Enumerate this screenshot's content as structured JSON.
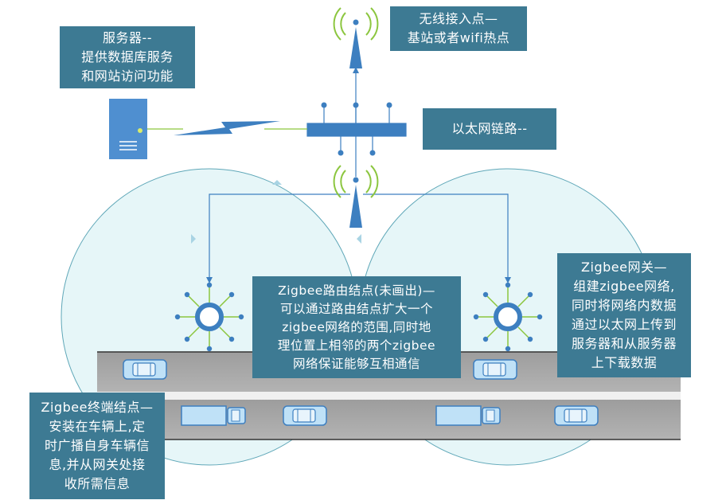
{
  "labels": {
    "wireless_ap": [
      "无线接入点—",
      "基站或者wifi热点"
    ],
    "server": [
      "服务器--",
      "提供数据库服务",
      "和网站访问功能"
    ],
    "ethernet": [
      "以太网链路--"
    ],
    "router": [
      "Zigbee路由结点(未画出)—",
      "可以通过路由结点扩大一个",
      "zigbee网络的范围,同时地",
      "理位置上相邻的两个zigbee",
      "网络保证能够互相通信"
    ],
    "gateway": [
      "Zigbee网关—",
      "组建zigbee网络,",
      "同时将网络内数据",
      "通过以太网上传到",
      "服务器和从服务器",
      "上下载数据"
    ],
    "end_node": [
      "Zigbee终端结点—",
      "安装在车辆上,定",
      "时广播自身车辆信",
      "息,并从网关处接",
      "收所需信息"
    ]
  },
  "colors": {
    "label_bg": "#3d7a93",
    "accent_blue": "#3d7fc0",
    "coverage_fill": "#e6f6f8",
    "coverage_stroke": "#5fa7b8",
    "road": "#a6a6a6",
    "signal_green": "#8cc63f"
  },
  "icons": [
    "antenna-icon",
    "server-icon",
    "switch-icon",
    "lightning-link-icon",
    "gateway-node-icon",
    "car-icon",
    "truck-icon"
  ]
}
